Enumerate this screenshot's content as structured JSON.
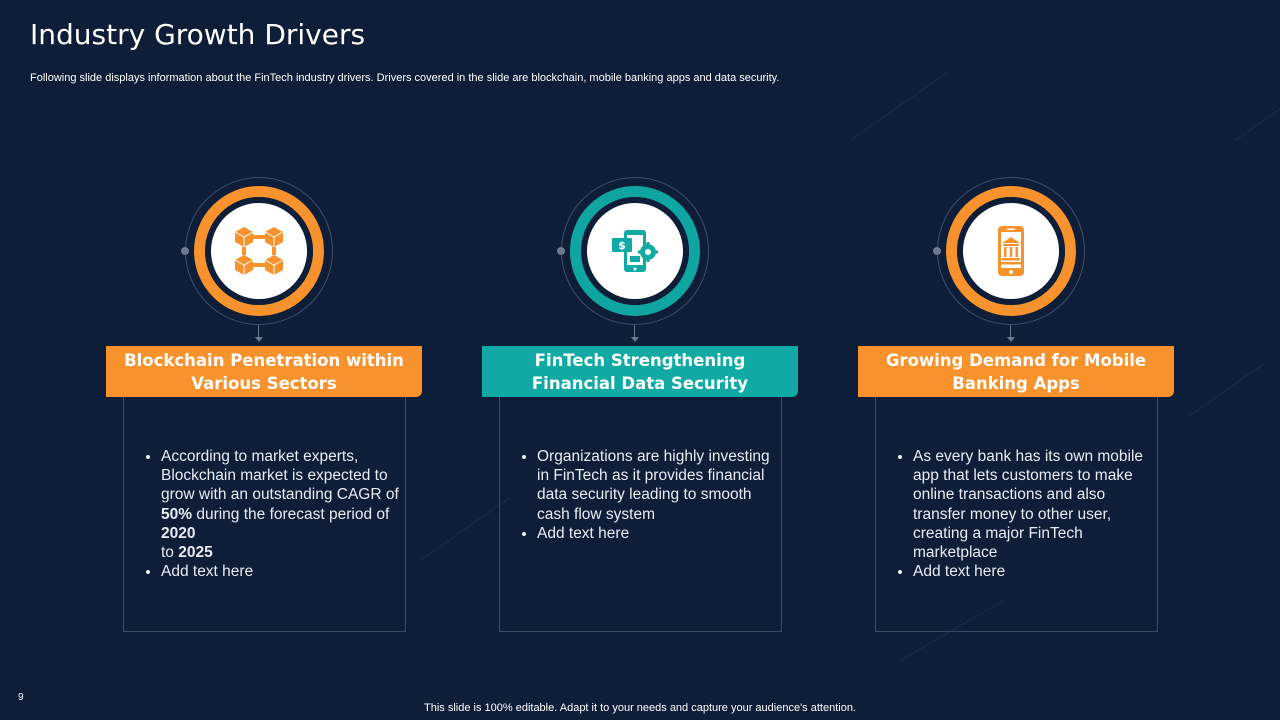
{
  "slide": {
    "title": "Industry Growth Drivers",
    "subtitle": "Following slide displays information about the FinTech industry drivers. Drivers covered in the slide are blockchain, mobile banking apps and data security.",
    "page_number": "9",
    "footer": "This slide is 100% editable. Adapt it to your needs and capture your audience's attention."
  },
  "colors": {
    "background": "#0e1e38",
    "orange": "#f7922d",
    "teal": "#10a9a3"
  },
  "cards": [
    {
      "icon": "blockchain-cubes-icon",
      "header": "Blockchain Penetration within Various Sectors",
      "bullets": [
        "According to market experts, Blockchain market is expected to grow with an outstanding CAGR of 50% during the forecast period of 2020 to 2025",
        "Add text here"
      ]
    },
    {
      "icon": "mobile-money-gear-icon",
      "header": "FinTech Strengthening Financial Data Security",
      "bullets": [
        "Organizations are highly investing in FinTech as it provides financial data security leading to smooth cash flow system",
        "Add text here"
      ]
    },
    {
      "icon": "mobile-bank-icon",
      "header": "Growing Demand for Mobile Banking Apps",
      "bullets": [
        "As every bank has its own mobile app that lets customers to make online transactions and also transfer money to other user, creating a major FinTech marketplace",
        "Add text here"
      ]
    }
  ]
}
